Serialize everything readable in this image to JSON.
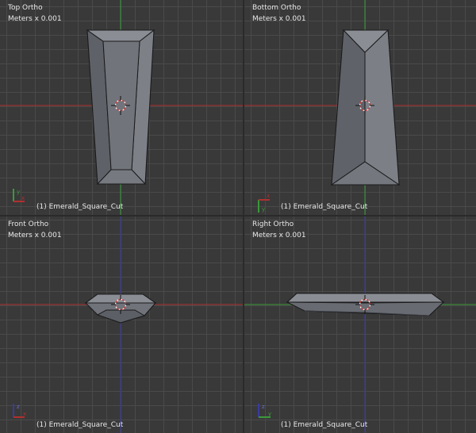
{
  "viewports": {
    "top_left": {
      "title": "Top Ortho",
      "units": "Meters x 0.001",
      "object": "(1) Emerald_Square_Cut"
    },
    "top_right": {
      "title": "Bottom Ortho",
      "units": "Meters x 0.001",
      "object": "(1) Emerald_Square_Cut"
    },
    "bottom_left": {
      "title": "Front Ortho",
      "units": "Meters x 0.001",
      "object": "(1) Emerald_Square_Cut"
    },
    "bottom_right": {
      "title": "Right Ortho",
      "units": "Meters x 0.001",
      "object": "(1) Emerald_Square_Cut"
    }
  },
  "axis_labels": {
    "x": "x",
    "y": "y",
    "z": "z"
  },
  "colors": {
    "background": "#393939",
    "grid": "#4a4a4a",
    "axis_x": "#b03030",
    "axis_y": "#3a9a3a",
    "axis_z": "#3a3aa0",
    "mesh_light": "#8a8d94",
    "mesh_mid": "#74777e",
    "mesh_dark": "#5c5f66",
    "edge": "#1a1a1a"
  },
  "icons": [
    "3d-cursor-icon",
    "axis-gizmo-icon"
  ]
}
